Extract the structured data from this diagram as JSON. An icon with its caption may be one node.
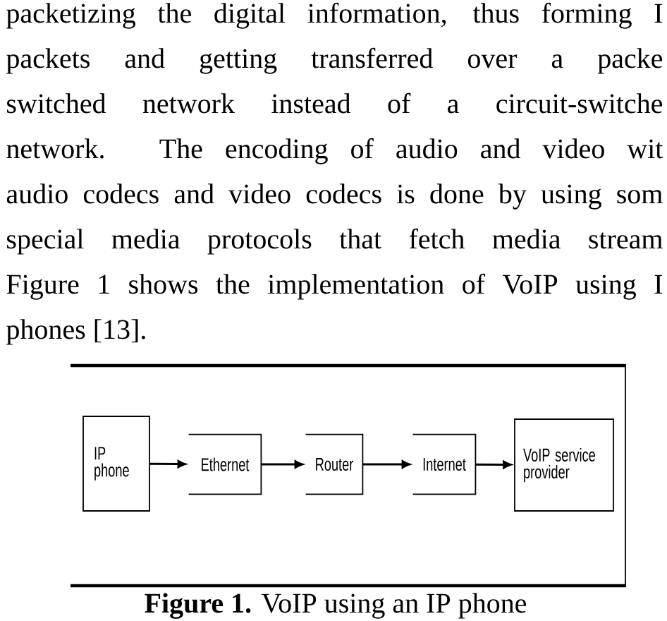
{
  "diagram": {
    "caption": "**Figure 1.** VoIP using an IP phone",
    "nodes": [
      {
        "text": [
          "IP phone"
        ]
      },
      {
        "text": [
          "Ethernet"
        ]
      },
      {
        "text": [
          "Router"
        ]
      },
      {
        "text": [
          "Internet"
        ]
      },
      {
        "text": [
          "VoIP service provider"
        ]
      }
    ],
    "edges": [
      {
        "from": 0,
        "to": 1,
        "arrow": "to"
      },
      {
        "from": 1,
        "to": 2,
        "arrow": "to"
      },
      {
        "from": 2,
        "to": 3,
        "arrow": "to"
      },
      {
        "from": 3,
        "to": 4,
        "arrow": "to"
      }
    ],
    "labels": [
      "packetizing the digital information, thus forming I",
      "packets and getting transferred over a packe",
      "switched network instead of a circuit-switche",
      "network. The encoding of audio and video wit",
      "audio codecs and video codecs is done by using som",
      "special media protocols that fetch media stream",
      "Figure 1 shows the implementation of VoIP using I",
      "phones [13]."
    ]
  }
}
